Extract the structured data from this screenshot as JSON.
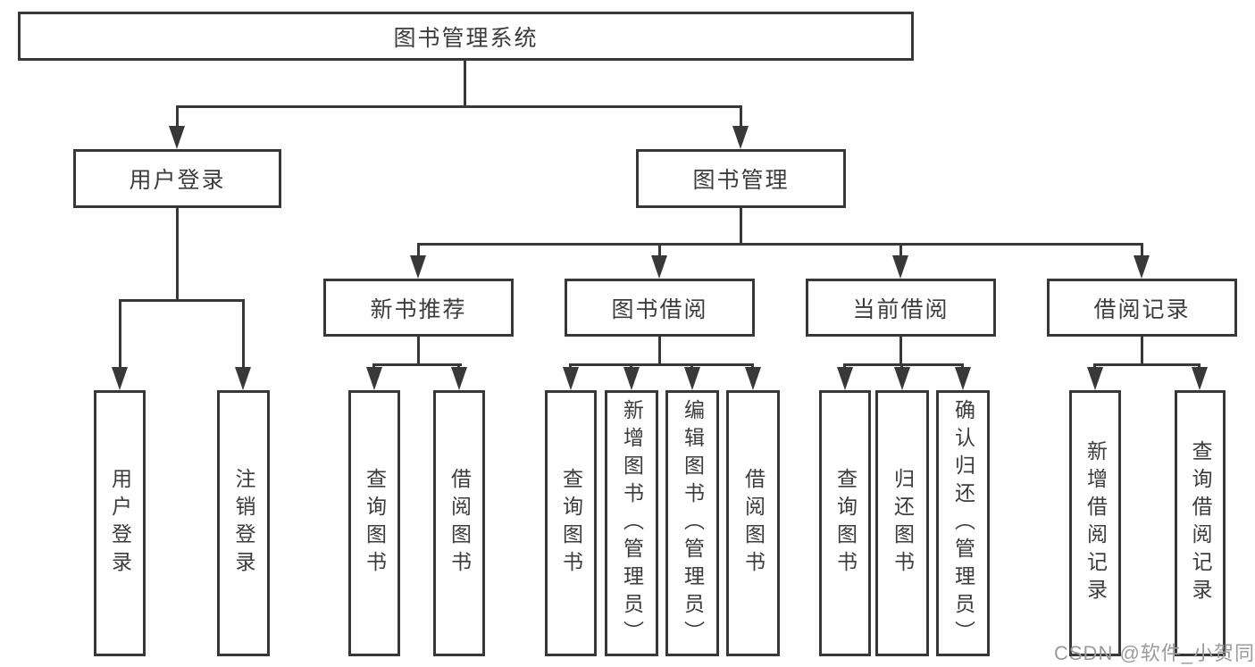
{
  "diagram": {
    "title": "图书管理系统",
    "type": "function-structure-tree",
    "colors": {
      "line": "#383838",
      "text": "#3c3c3c",
      "box_background": "#ffffff",
      "watermark": "#9b9b9b",
      "background": "#ffffff"
    },
    "watermark": "CSDN @软件_小贺同学"
  },
  "nodes": {
    "root": "图书管理系统",
    "user_login": "用户登录",
    "book_management": "图书管理",
    "new_book_recommend": "新书推荐",
    "book_borrowing": "图书借阅",
    "current_borrowing": "当前借阅",
    "borrowing_records": "借阅记录",
    "ul_user_login": "用户登录",
    "ul_logout": "注销登录",
    "nb_query_book": "查询图书",
    "nb_borrow_book": "借阅图书",
    "bb_query_book": "查询图书",
    "bb_add_book": "新增图书（管理员）",
    "bb_edit_book": "编辑图书（管理员）",
    "bb_borrow_book": "借阅图书",
    "cb_query_book": "查询图书",
    "cb_return_book": "归还图书",
    "cb_confirm_return": "确认归还（管理员）",
    "br_add_record": "新增借阅记录",
    "br_query_record": "查询借阅记录"
  },
  "hierarchy": {
    "图书管理系统": {
      "用户登录": [
        "用户登录",
        "注销登录"
      ],
      "图书管理": {
        "新书推荐": [
          "查询图书",
          "借阅图书"
        ],
        "图书借阅": [
          "查询图书",
          "新增图书（管理员）",
          "编辑图书（管理员）",
          "借阅图书"
        ],
        "当前借阅": [
          "查询图书",
          "归还图书",
          "确认归还（管理员）"
        ],
        "借阅记录": [
          "新增借阅记录",
          "查询借阅记录"
        ]
      }
    }
  }
}
